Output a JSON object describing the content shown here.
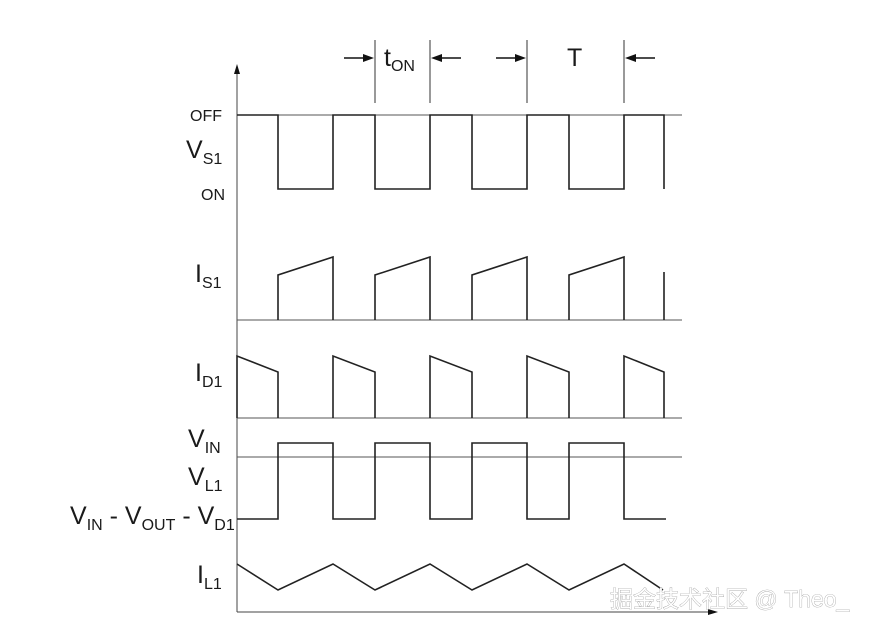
{
  "labels": {
    "vs1": "V",
    "vs1_sub": "S1",
    "off": "OFF",
    "on": "ON",
    "is1": "I",
    "is1_sub": "S1",
    "id1": "I",
    "id1_sub": "D1",
    "vin": "V",
    "vin_sub": "IN",
    "vl1": "V",
    "vl1_sub": "L1",
    "low_v1": "V",
    "low_v1_sub": "IN",
    "low_sep1": " - V",
    "low_v2_sub": "OUT",
    "low_sep2": " - V",
    "low_v3_sub": "D1",
    "il1": "I",
    "il1_sub": "L1",
    "ton": "t",
    "ton_sub": "ON",
    "period": "T"
  },
  "watermark": "掘金技术社区 @ Theo_",
  "timing": {
    "cycles": 4,
    "duty_cycle": 0.57
  }
}
